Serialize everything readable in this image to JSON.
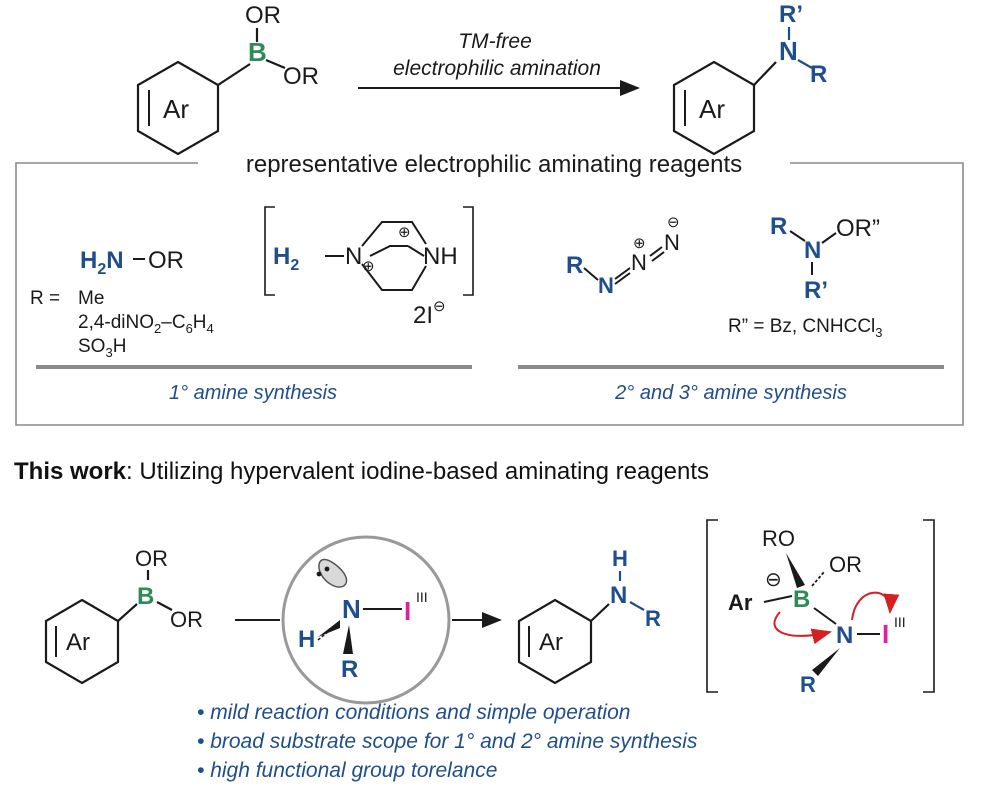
{
  "top_reaction": {
    "reactant": {
      "substituent_1": "OR",
      "boron": "B",
      "substituent_2": "OR",
      "ring": "Ar"
    },
    "arrow_label_line1": "TM-free",
    "arrow_label_line2": "electrophilic amination",
    "product": {
      "n_substituent_1": "R’",
      "nitrogen": "N",
      "n_substituent_2": "R",
      "ring": "Ar"
    }
  },
  "reagents_box": {
    "title": "representative electrophilic aminating reagents",
    "left": {
      "hydroxylamine": {
        "h2n": "H",
        "sub2": "2",
        "n": "N",
        "dash": "–",
        "or": "OR"
      },
      "r_list_label": "R = ",
      "r_list": [
        "Me",
        "2,4-diNO",
        "SO"
      ],
      "r_list_sub": {
        "no2_sub": "2",
        "c6": "–C",
        "c6_sub": "6",
        "h4": "H",
        "h4_sub": "4",
        "so3_sub": "3",
        "so3_h": "H"
      },
      "dabco": {
        "h2n": "H",
        "sub2": "2",
        "n1": "N",
        "n2": "N",
        "nh": "NH",
        "charge": "⊕",
        "salt": "2I",
        "salt_charge": "⊖"
      },
      "caption": "1° amine synthesis"
    },
    "right": {
      "azide": {
        "r": "R",
        "n1": "N",
        "n2": "N",
        "n3": "N",
        "plus": "⊕",
        "minus": "⊖"
      },
      "hydroxylamine_ether": {
        "r": "R",
        "n": "N",
        "or": "OR”",
        "r_prime": "R’"
      },
      "r_double_prime": "R” =  Bz, CNHCCl",
      "r_double_prime_sub": "3",
      "caption": "2° and 3° amine synthesis"
    }
  },
  "this_work": {
    "bold": "This work",
    "rest": ": Utilizing hypervalent iodine-based aminating reagents"
  },
  "bottom_scheme": {
    "reactant": {
      "substituent_1": "OR",
      "boron": "B",
      "substituent_2": "OR",
      "ring": "Ar"
    },
    "reagent": {
      "h": "H",
      "n": "N",
      "i": "I",
      "iii": "III",
      "r": "R"
    },
    "product": {
      "h": "H",
      "n": "N",
      "r": "R",
      "ring": "Ar"
    },
    "mechanism": {
      "ro": "RO",
      "or": "OR",
      "minus": "⊖",
      "ar": "Ar",
      "b": "B",
      "n": "N",
      "i": "I",
      "iii": "III",
      "r": "R"
    }
  },
  "bullets": [
    "mild reaction conditions and simple operation",
    "broad substrate scope for 1° and 2° amine synthesis",
    "high functional group torelance"
  ],
  "colors": {
    "nitrogen_blue": "#1f4e8c",
    "boron_green": "#2e8b57",
    "iodine_pink": "#e0209a",
    "arrow_red": "#d42020",
    "box_gray": "#8a8a8a"
  }
}
